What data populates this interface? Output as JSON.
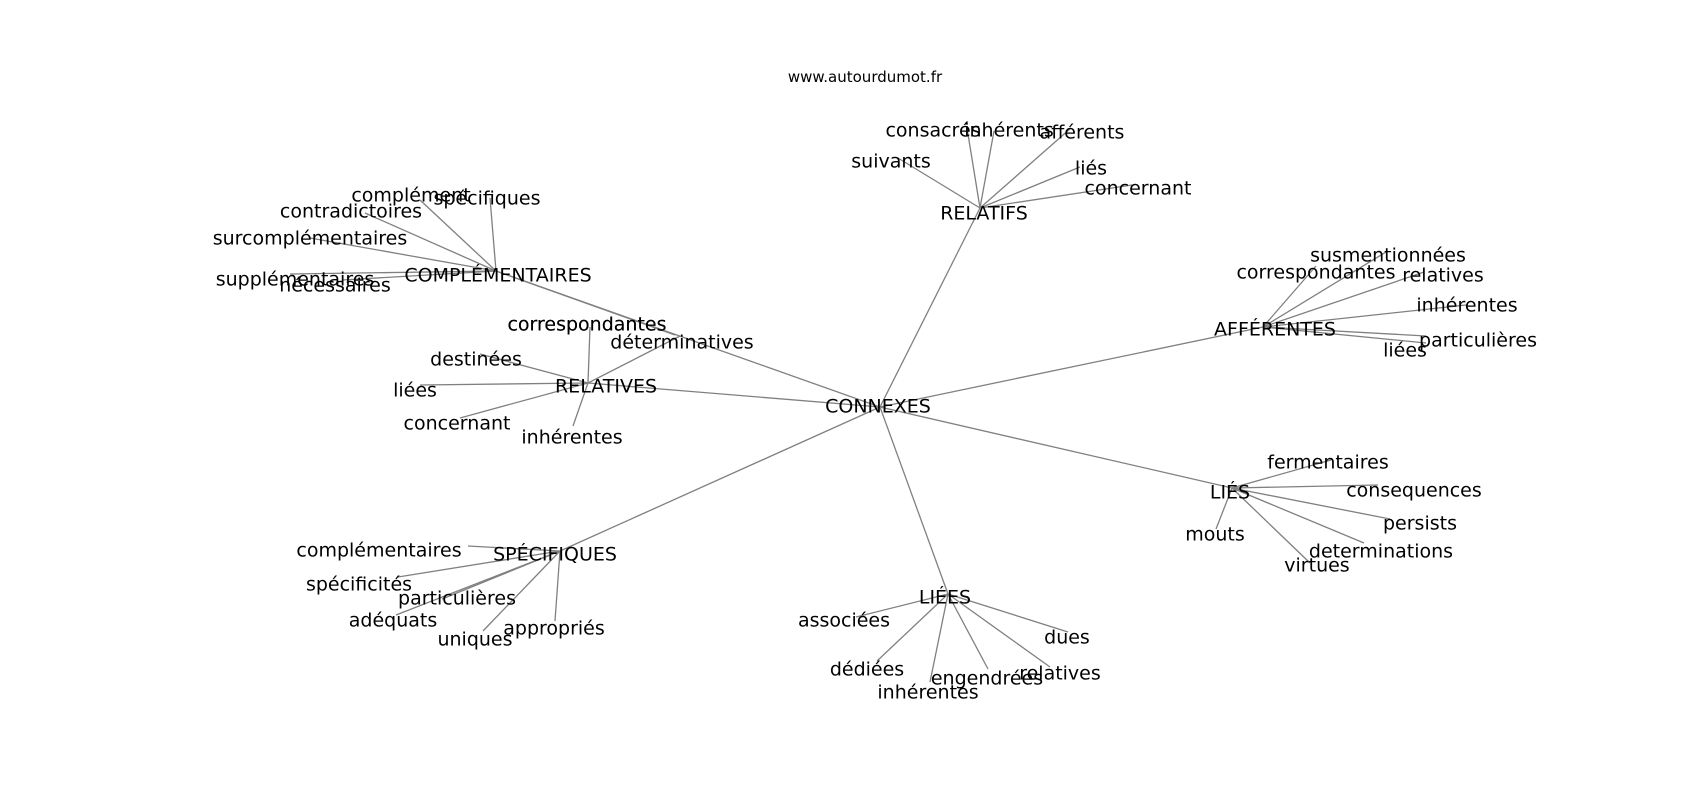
{
  "site": "www.autourdumot.fr",
  "center": "CONNEXES",
  "hubs": [
    {
      "id": "relatifs",
      "label": "RELATIFS",
      "words": [
        "consacrés",
        "inhérents",
        "afférents",
        "suivants",
        "liés",
        "concernant"
      ]
    },
    {
      "id": "complementaires",
      "label": "COMPLÉMENTAIRES",
      "words": [
        "complément",
        "spécifiques",
        "contradictoires",
        "surcomplémentaires",
        "supplémentaires",
        "nécessaires",
        "correspondantes"
      ]
    },
    {
      "id": "relatives",
      "label": "RELATIVES",
      "words": [
        "déterminatives",
        "destinées",
        "liées",
        "concernant",
        "inhérentes",
        "correspondantes"
      ]
    },
    {
      "id": "afferentes",
      "label": "AFFÉRENTES",
      "words": [
        "susmentionnées",
        "correspondantes",
        "relatives",
        "inhérentes",
        "particulières",
        "liées"
      ]
    },
    {
      "id": "lies",
      "label": "LIÉS",
      "words": [
        "fermentaires",
        "consequences",
        "persists",
        "mouts",
        "determinations",
        "virtues"
      ]
    },
    {
      "id": "specifiques",
      "label": "SPÉCIFIQUES",
      "words": [
        "complémentaires",
        "spécificités",
        "particulières",
        "adéquats",
        "uniques",
        "appropriés"
      ]
    },
    {
      "id": "liees",
      "label": "LIÉES",
      "words": [
        "associées",
        "dues",
        "dédiées",
        "engendrées",
        "relatives",
        "inhérentes"
      ]
    }
  ]
}
